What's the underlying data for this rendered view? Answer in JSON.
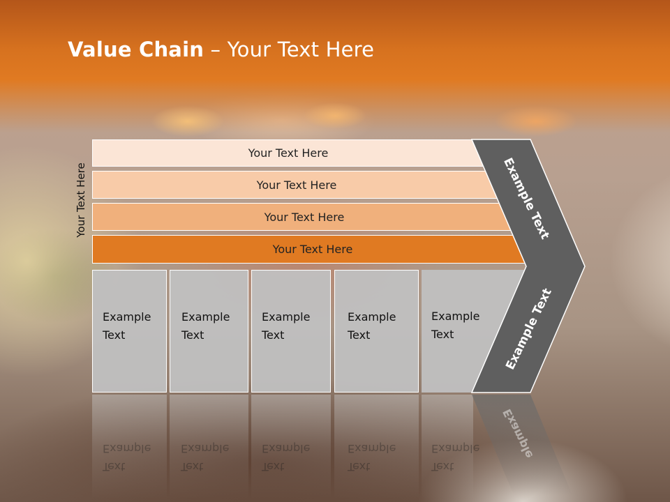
{
  "title": {
    "bold": "Value Chain",
    "rest": " – Your Text Here"
  },
  "side_label": "Your Text Here",
  "bands": [
    {
      "label": "Your Text Here",
      "color": "#fbe5d6"
    },
    {
      "label": "Your Text Here",
      "color": "#f8cba8"
    },
    {
      "label": "Your Text Here",
      "color": "#f0b07c"
    },
    {
      "label": "Your Text Here",
      "color": "#e07a22"
    }
  ],
  "boxes": [
    {
      "line1": "Example",
      "line2": "Text"
    },
    {
      "line1": "Example",
      "line2": "Text"
    },
    {
      "line1": "Example",
      "line2": "Text"
    },
    {
      "line1": "Example",
      "line2": "Text"
    },
    {
      "line1": "Example",
      "line2": "Text"
    }
  ],
  "chevron": {
    "upper_label": "Example Text",
    "lower_label": "Example Text",
    "reflection_label": "Example",
    "color": "#5f5f5f"
  }
}
